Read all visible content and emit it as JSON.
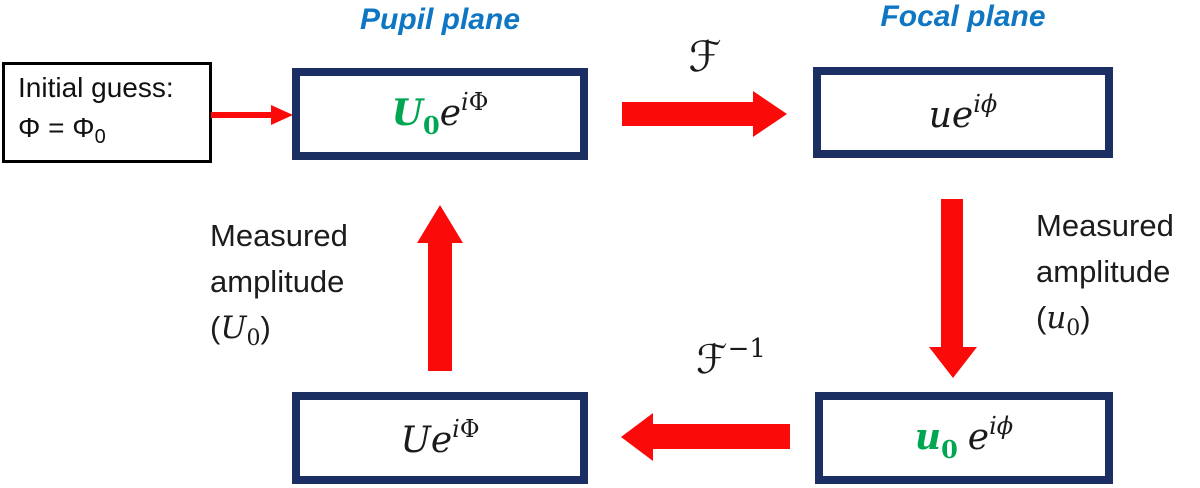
{
  "colors": {
    "box_border_navy": "#1b2f62",
    "plane_title_blue": "#0e76c3",
    "amplitude_green": "#00a651",
    "arrow_red": "#fb0a0a",
    "text_black": "#1a1a1a"
  },
  "initial_guess": {
    "line1": "Initial guess:",
    "line2_base": "Φ = Φ",
    "line2_sub": "0"
  },
  "pupil": {
    "title": "Pupil plane",
    "amp": "U",
    "amp_sub": "0",
    "base": "e",
    "sup_i": "i",
    "sup_phi": "Φ"
  },
  "focal": {
    "title": "Focal plane",
    "base": "ue",
    "sup_i": "i",
    "sup_phi": "ϕ"
  },
  "bottom_left": {
    "base": "Ue",
    "sup_i": "i",
    "sup_phi": "Φ"
  },
  "bottom_right": {
    "amp": "u",
    "amp_sub": "0",
    "base": "e",
    "sup_i": "i",
    "sup_phi": "ϕ"
  },
  "operators": {
    "forward": "ℱ",
    "inverse_base": "ℱ",
    "inverse_sup": "−1"
  },
  "measured_left": {
    "line1": "Measured",
    "line2": "amplitude",
    "paren_open": "(",
    "var": "U",
    "var_sub": "0",
    "paren_close": ")"
  },
  "measured_right": {
    "line1": "Measured",
    "line2": "amplitude",
    "paren_open": "(",
    "var": "u",
    "var_sub": "0",
    "paren_close": ")"
  }
}
